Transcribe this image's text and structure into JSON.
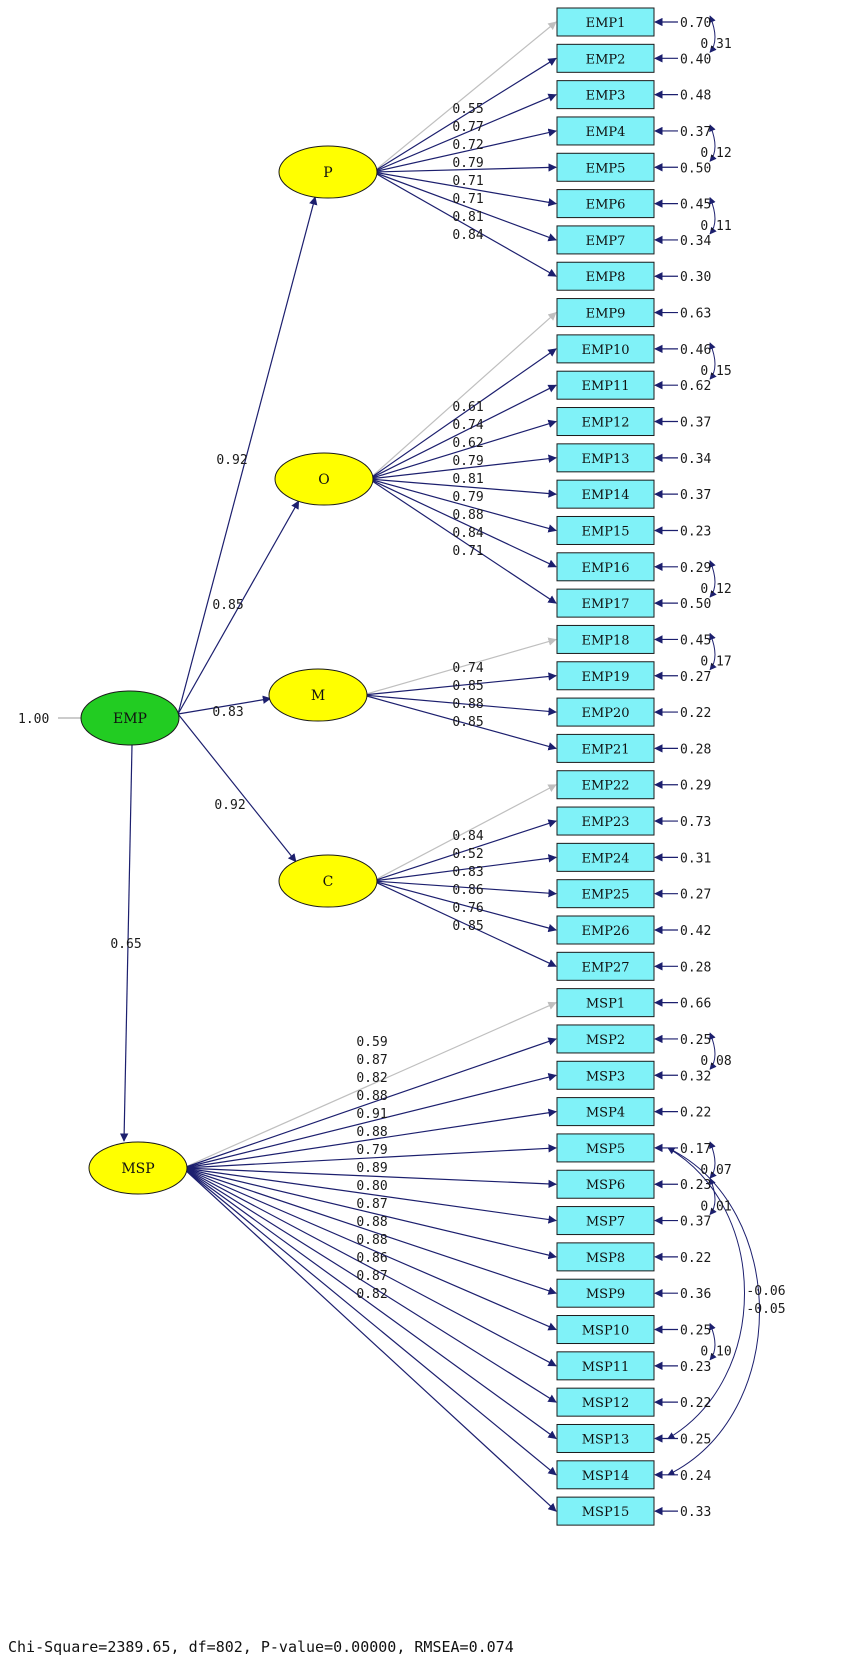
{
  "fit_statistics": "Chi-Square=2389.65, df=802, P-value=0.00000, RMSEA=0.074",
  "colors": {
    "path": "#1c1f6e",
    "fixed_path": "#bfbfbf",
    "indicator_fill": "#80f2f8",
    "latent_fill": "#ffff00",
    "second_order_fill": "#22cc22"
  },
  "second_order": {
    "label": "EMP",
    "variance_label": "1.00"
  },
  "structural_path": {
    "label": "0.65"
  },
  "factors": [
    {
      "label": "P",
      "path_label": "0.92",
      "items": [
        {
          "name": "EMP1",
          "loading": "0.55",
          "error": "0.70",
          "ref": true
        },
        {
          "name": "EMP2",
          "loading": "0.77",
          "error": "0.40"
        },
        {
          "name": "EMP3",
          "loading": "0.72",
          "error": "0.48"
        },
        {
          "name": "EMP4",
          "loading": "0.79",
          "error": "0.37"
        },
        {
          "name": "EMP5",
          "loading": "0.71",
          "error": "0.50"
        },
        {
          "name": "EMP6",
          "loading": "0.71",
          "error": "0.45"
        },
        {
          "name": "EMP7",
          "loading": "0.81",
          "error": "0.34"
        },
        {
          "name": "EMP8",
          "loading": "0.84",
          "error": "0.30"
        }
      ]
    },
    {
      "label": "O",
      "path_label": "0.85",
      "items": [
        {
          "name": "EMP9",
          "loading": "0.61",
          "error": "0.63",
          "ref": true
        },
        {
          "name": "EMP10",
          "loading": "0.74",
          "error": "0.46"
        },
        {
          "name": "EMP11",
          "loading": "0.62",
          "error": "0.62"
        },
        {
          "name": "EMP12",
          "loading": "0.79",
          "error": "0.37"
        },
        {
          "name": "EMP13",
          "loading": "0.81",
          "error": "0.34"
        },
        {
          "name": "EMP14",
          "loading": "0.79",
          "error": "0.37"
        },
        {
          "name": "EMP15",
          "loading": "0.88",
          "error": "0.23"
        },
        {
          "name": "EMP16",
          "loading": "0.84",
          "error": "0.29"
        },
        {
          "name": "EMP17",
          "loading": "0.71",
          "error": "0.50"
        }
      ]
    },
    {
      "label": "M",
      "path_label": "0.83",
      "items": [
        {
          "name": "EMP18",
          "loading": "0.74",
          "error": "0.45",
          "ref": true
        },
        {
          "name": "EMP19",
          "loading": "0.85",
          "error": "0.27"
        },
        {
          "name": "EMP20",
          "loading": "0.88",
          "error": "0.22"
        },
        {
          "name": "EMP21",
          "loading": "0.85",
          "error": "0.28"
        }
      ]
    },
    {
      "label": "C",
      "path_label": "0.92",
      "items": [
        {
          "name": "EMP22",
          "loading": "0.84",
          "error": "0.29",
          "ref": true
        },
        {
          "name": "EMP23",
          "loading": "0.52",
          "error": "0.73"
        },
        {
          "name": "EMP24",
          "loading": "0.83",
          "error": "0.31"
        },
        {
          "name": "EMP25",
          "loading": "0.86",
          "error": "0.27"
        },
        {
          "name": "EMP26",
          "loading": "0.76",
          "error": "0.42"
        },
        {
          "name": "EMP27",
          "loading": "0.85",
          "error": "0.28"
        }
      ]
    },
    {
      "label": "MSP",
      "path_label": "",
      "items": [
        {
          "name": "MSP1",
          "loading": "0.59",
          "error": "0.66",
          "ref": true
        },
        {
          "name": "MSP2",
          "loading": "0.87",
          "error": "0.25"
        },
        {
          "name": "MSP3",
          "loading": "0.82",
          "error": "0.32"
        },
        {
          "name": "MSP4",
          "loading": "0.88",
          "error": "0.22"
        },
        {
          "name": "MSP5",
          "loading": "0.91",
          "error": "0.17"
        },
        {
          "name": "MSP6",
          "loading": "0.88",
          "error": "0.23"
        },
        {
          "name": "MSP7",
          "loading": "0.79",
          "error": "0.37"
        },
        {
          "name": "MSP8",
          "loading": "0.89",
          "error": "0.22"
        },
        {
          "name": "MSP9",
          "loading": "0.80",
          "error": "0.36"
        },
        {
          "name": "MSP10",
          "loading": "0.87",
          "error": "0.25"
        },
        {
          "name": "MSP11",
          "loading": "0.88",
          "error": "0.23"
        },
        {
          "name": "MSP12",
          "loading": "0.88",
          "error": "0.22"
        },
        {
          "name": "MSP13",
          "loading": "0.86",
          "error": "0.25"
        },
        {
          "name": "MSP14",
          "loading": "0.87",
          "error": "0.24"
        },
        {
          "name": "MSP15",
          "loading": "0.82",
          "error": "0.33"
        }
      ]
    }
  ],
  "error_covariances": [
    {
      "between": [
        "EMP1",
        "EMP2"
      ],
      "value": "0.31"
    },
    {
      "between": [
        "EMP4",
        "EMP5"
      ],
      "value": "0.12"
    },
    {
      "between": [
        "EMP6",
        "EMP7"
      ],
      "value": "0.11"
    },
    {
      "between": [
        "EMP10",
        "EMP11"
      ],
      "value": "0.15"
    },
    {
      "between": [
        "EMP16",
        "EMP17"
      ],
      "value": "0.12"
    },
    {
      "between": [
        "EMP18",
        "EMP19"
      ],
      "value": "0.17"
    },
    {
      "between": [
        "MSP2",
        "MSP3"
      ],
      "value": "0.08"
    },
    {
      "between": [
        "MSP5",
        "MSP6"
      ],
      "value": "0.07"
    },
    {
      "between": [
        "MSP6",
        "MSP7"
      ],
      "value": "0.01"
    },
    {
      "between": [
        "MSP10",
        "MSP11"
      ],
      "value": "0.10"
    },
    {
      "between": [
        "MSP5",
        "MSP13"
      ],
      "value": "-0.06"
    },
    {
      "between": [
        "MSP5",
        "MSP14"
      ],
      "value": "-0.05"
    }
  ]
}
